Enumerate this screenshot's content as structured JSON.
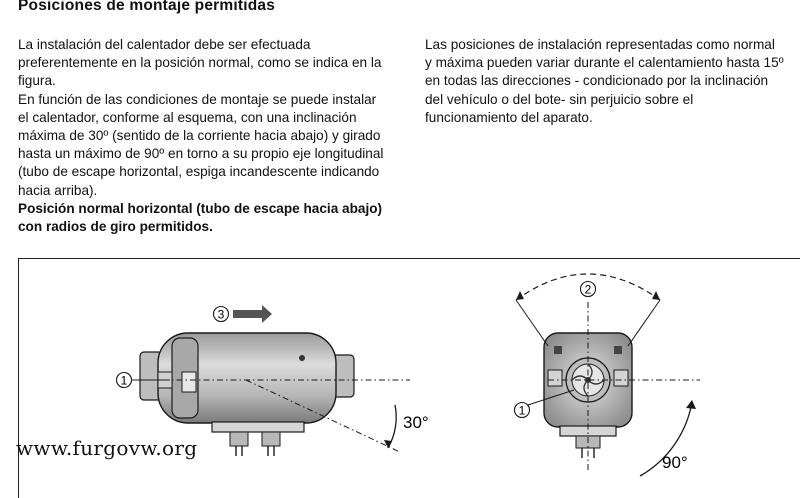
{
  "heading": "Posiciones de montaje permitidas",
  "left_column": {
    "paragraph_1": "La instalación del calentador debe ser efectuada preferentemente en la posición normal, como se indica en la figura.",
    "paragraph_2": "En función de las condiciones de montaje se puede instalar el calentador, conforme al esquema, con una inclinación máxima de 30º (sentido de la corriente hacia abajo) y girado hasta un máximo de 90º en torno a su propio eje longitudinal (tubo de escape horizontal, espiga incandescente indicando hacia arriba).",
    "bold_caption": "Posición normal horizontal (tubo de escape hacia abajo) con radios de giro permitidos."
  },
  "right_column": {
    "paragraph": "Las posiciones de instalación representadas como normal y máxima pueden variar durante el calentamiento hasta 15º en todas las direcciones - condicionado por la inclinación del vehículo o del bote- sin perjuicio sobre el funcionamiento del aparato."
  },
  "figure": {
    "callout_1": "1",
    "callout_2": "2",
    "callout_3": "3",
    "angle_side": "30°",
    "angle_front": "90°",
    "line_color": "#1a1a1a",
    "body_fill": "#c9c9c9",
    "body_shade": "#8a8a8a"
  },
  "watermark": "www.furgovw.org"
}
